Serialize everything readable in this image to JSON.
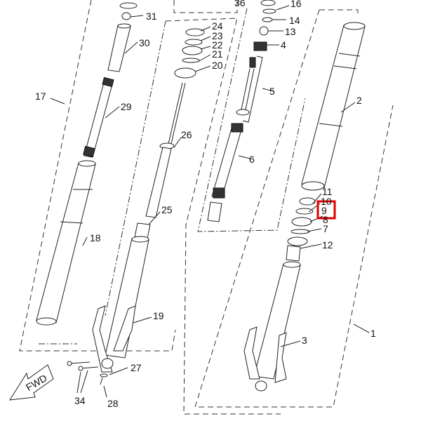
{
  "diagram": {
    "title": "Front fork exploded parts diagram",
    "highlight_color": "#e00000",
    "highlighted_part": "9",
    "direction_label": "FWD",
    "part_labels": {
      "p1": "1",
      "p2": "2",
      "p3": "3",
      "p4": "4",
      "p5": "5",
      "p6": "6",
      "p7": "7",
      "p8": "8",
      "p9": "9",
      "p10": "10",
      "p11": "11",
      "p12": "12",
      "p13": "13",
      "p14": "14",
      "p16": "16",
      "p17": "17",
      "p18": "18",
      "p19": "19",
      "p20": "20",
      "p21": "21",
      "p22": "22",
      "p23": "23",
      "p24": "24",
      "p25": "25",
      "p26": "26",
      "p27": "27",
      "p28": "28",
      "p29": "29",
      "p30": "30",
      "p31": "31",
      "p34": "34",
      "p36": "36"
    }
  }
}
